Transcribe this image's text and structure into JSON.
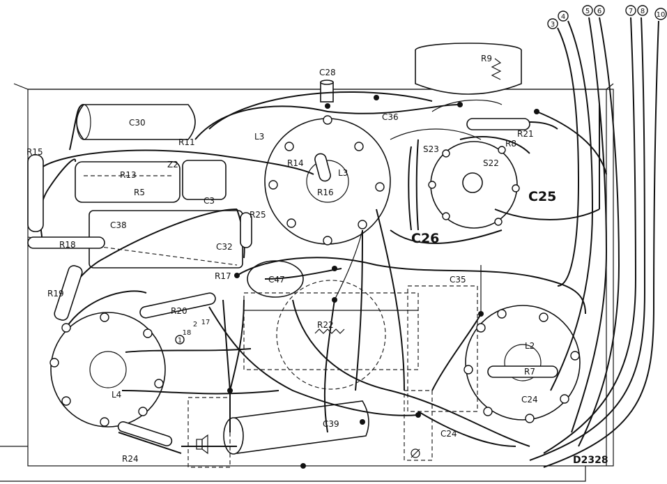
{
  "drawing_id": "D2328",
  "components": {
    "c30": "C30",
    "c28": "C28",
    "r9": "R9",
    "c36": "C36",
    "r15": "R15",
    "r11": "R11",
    "r13": "R13",
    "r5": "R5",
    "c3": "C3",
    "z2": "Z2",
    "r14": "R14",
    "l3_top": "L3",
    "l3_socket": "L3",
    "r16": "R16",
    "s23": "S23",
    "s22": "S22",
    "r8": "R8",
    "r21": "R21",
    "c25": "C25",
    "c26": "C26",
    "c38": "C38",
    "c32": "C32",
    "r25": "R25",
    "r18": "R18",
    "r19": "R19",
    "r17": "R17",
    "c47": "C47",
    "c35": "C35",
    "r20": "R20",
    "r22": "R22",
    "l4": "L4",
    "l2": "L2",
    "r7": "R7",
    "c24": "C24",
    "c24b": "C24",
    "c39": "C39",
    "r24": "R24"
  },
  "terminals": [
    "3",
    "4",
    "5",
    "6",
    "7",
    "8",
    "10"
  ],
  "lug_numbers": [
    "1",
    "18",
    "2",
    "17"
  ]
}
